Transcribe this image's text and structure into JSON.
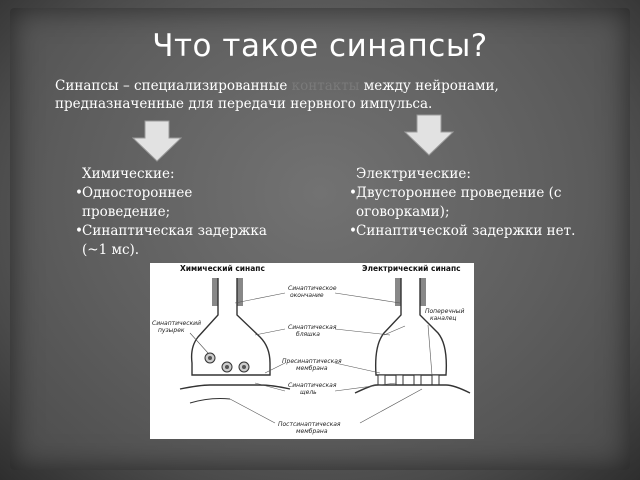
{
  "slide": {
    "title": "Что такое синапсы?",
    "intro_part1": "Синапсы – специализированные ",
    "intro_highlight": "контакты",
    "intro_part2": " между нейронами, предназначенные для передачи нервного импульса.",
    "highlight_color": "#7a7a7a"
  },
  "chemical": {
    "heading": "Химические:",
    "items": [
      "Одностороннее проведение;",
      "Синаптическая задержка (~1 мс)."
    ]
  },
  "electrical": {
    "heading": "Электрические:",
    "items": [
      "Двустороннее проведение (с оговорками);",
      "Синаптической задержки нет."
    ]
  },
  "diagram": {
    "chem_title": "Химический синапс",
    "elec_title": "Электрический синапс",
    "labels": {
      "ending": "Синаптическое окончание",
      "vesicle": "Синаптический пузырек",
      "plaque": "Синаптическая бляшка",
      "pre_membrane": "Пресинаптическая мембрана",
      "cleft": "Синаптическая щель",
      "post_membrane": "Постсинаптическая мембрана",
      "channel": "Поперечный канал"
    }
  }
}
